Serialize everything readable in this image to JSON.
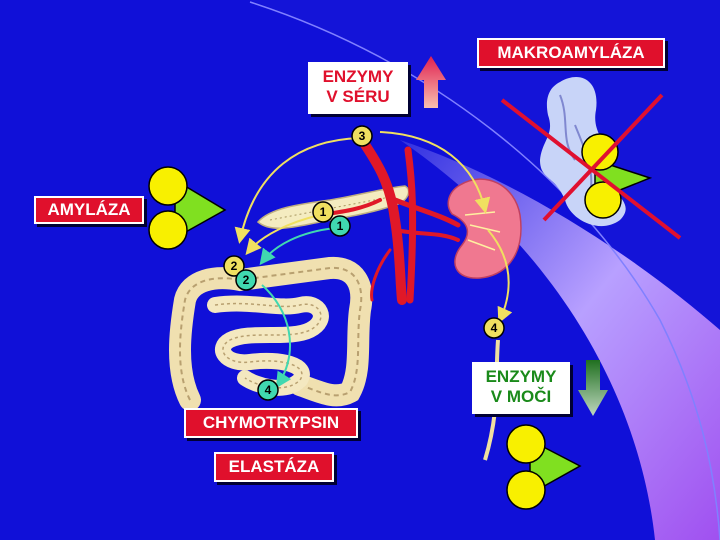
{
  "labels": {
    "amylaza": "AMYLÁZA",
    "makroamylaza": "MAKROAMYLÁZA",
    "enzymy_seru_line1": "ENZYMY",
    "enzymy_seru_line2": "V SÉRU",
    "enzymy_moci_line1": "ENZYMY",
    "enzymy_moci_line2": "V MOČI",
    "chymotrypsin": "CHYMOTRYPSIN",
    "elastaza": "ELASTÁZA"
  },
  "pathway_markers": {
    "yellow_1": "1",
    "green_1": "1",
    "yellow_2": "2",
    "green_2": "2",
    "yellow_3": "3",
    "yellow_4": "4",
    "green_4": "4"
  },
  "colors": {
    "background": "#1010d8",
    "label_red": "#e0102c",
    "label_white": "#ffffff",
    "pathway_yellow": "#f0e060",
    "pathway_cyan": "#40d8b0",
    "molecule_yellow": "#f8f000",
    "molecule_green": "#80e020",
    "arrow_up": "#f07878",
    "arrow_down": "#60a060",
    "cross_red": "#e01030",
    "sweep_purple": "#a060f0"
  },
  "icons": {
    "increase": "arrow-up-icon",
    "decrease": "arrow-down-icon",
    "blocked": "cross-icon"
  }
}
